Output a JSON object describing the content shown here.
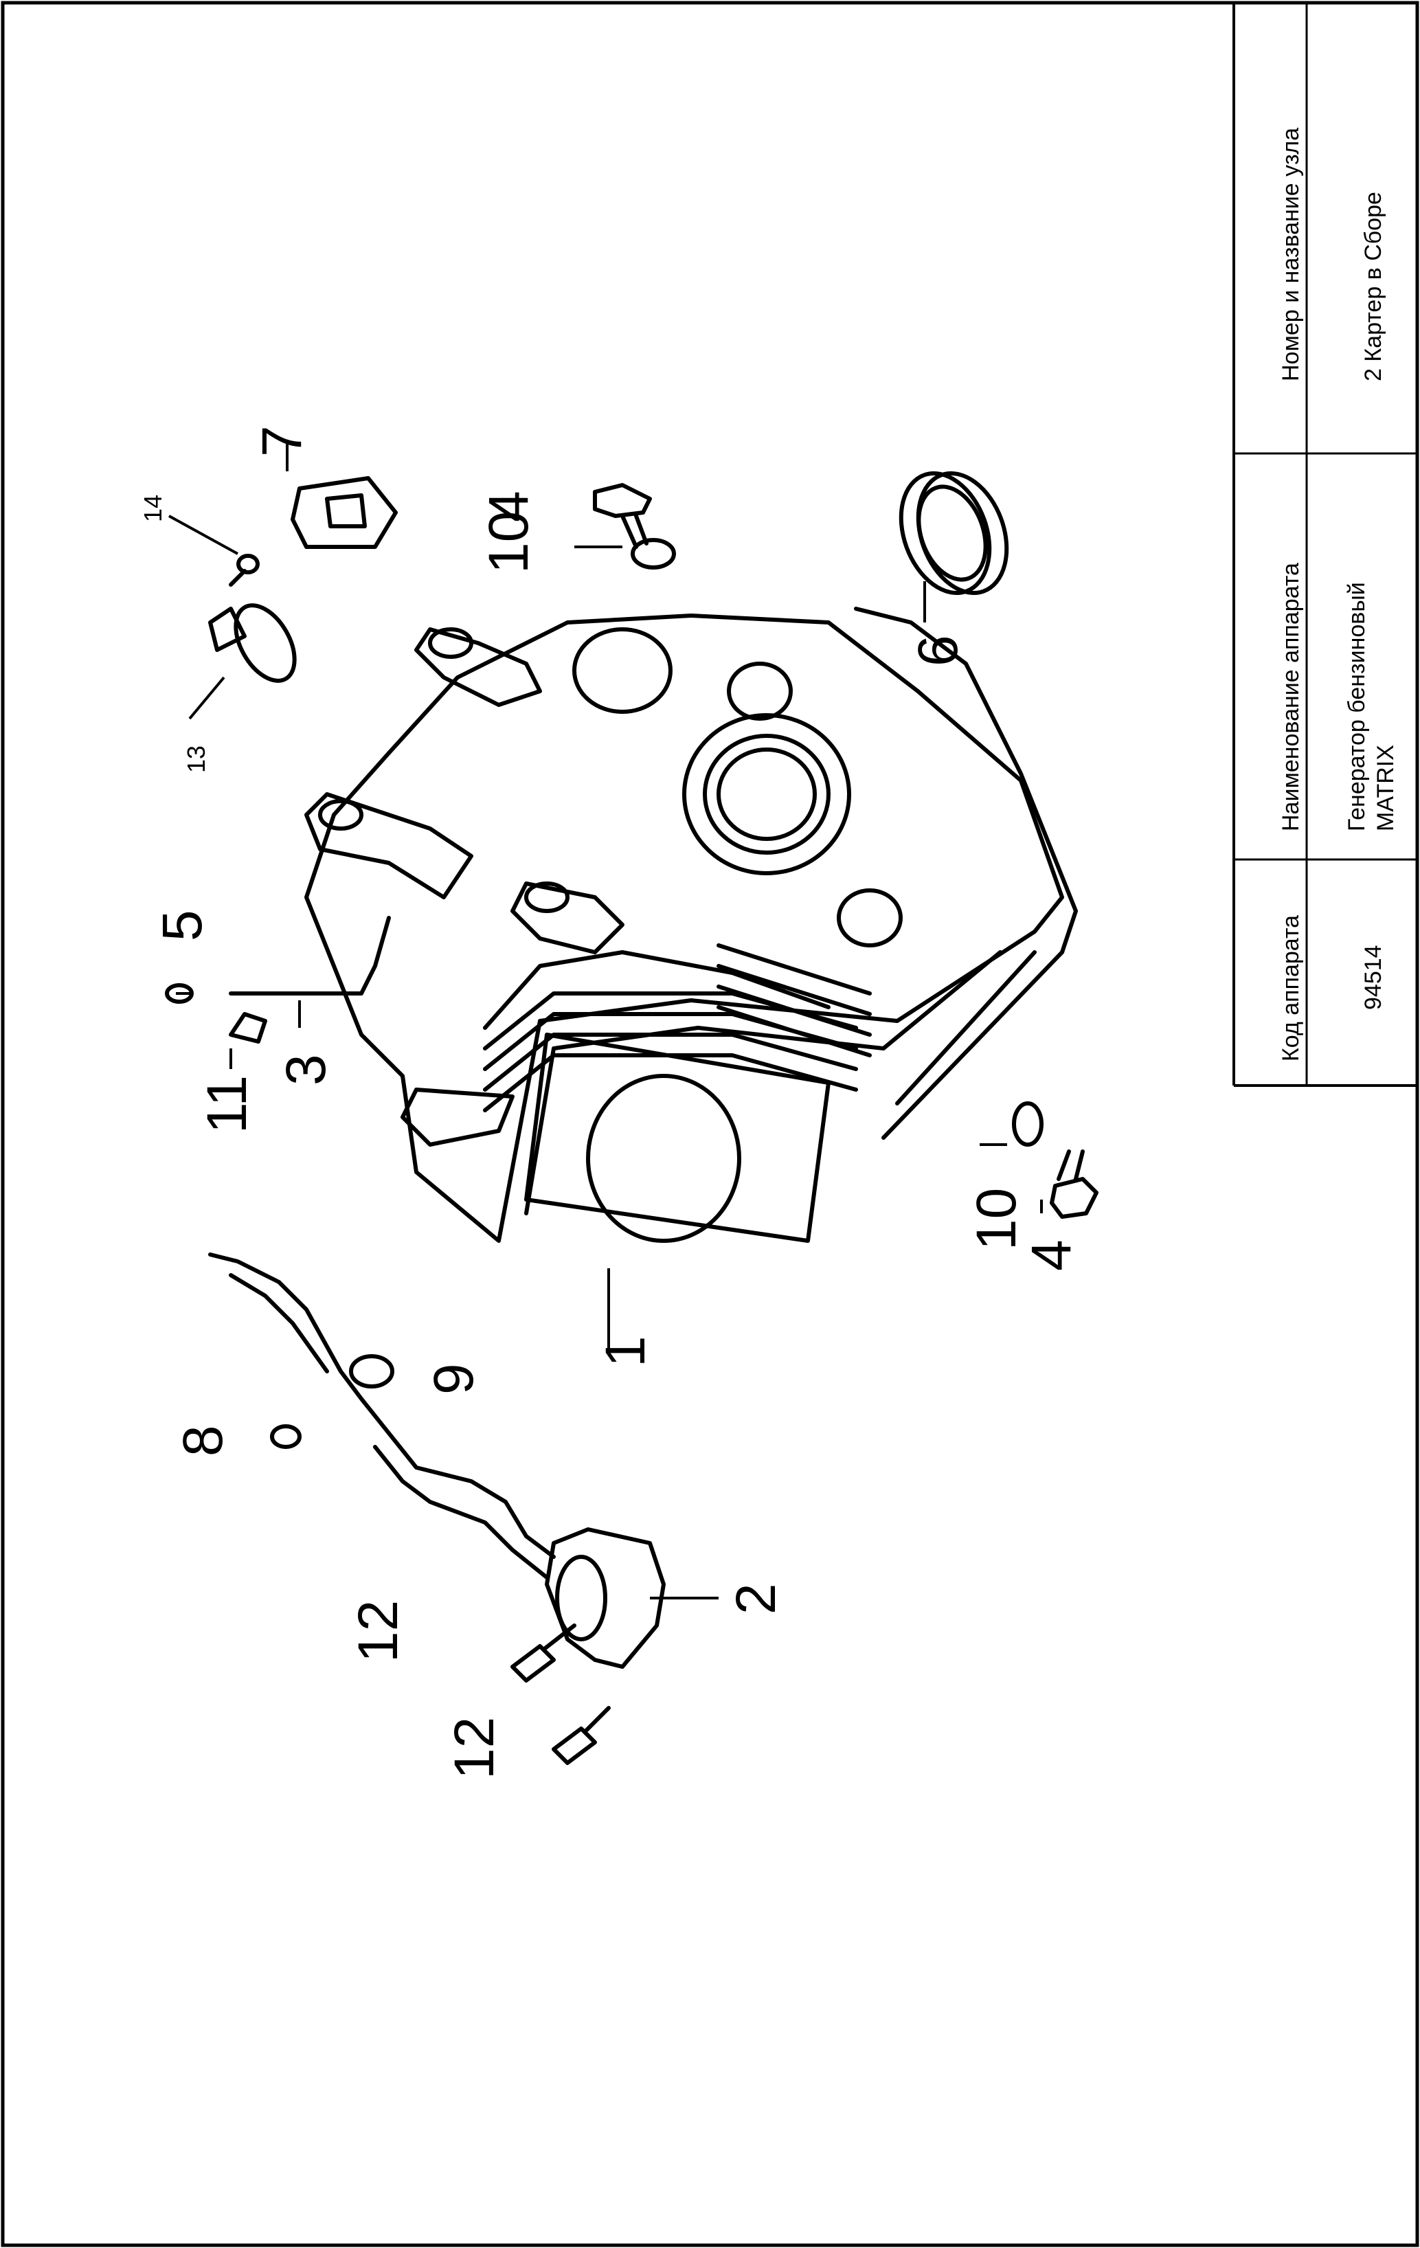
{
  "table": {
    "code_header": "Код аппарата",
    "code_value": "94514",
    "device_header": "Наименование аппарата",
    "device_value_line1": "Генератор бензиновый",
    "device_value_line2": "MATRIX",
    "unit_header": "Номер и название узла",
    "unit_value": "2 Картер в Сборе"
  },
  "callouts": [
    "1",
    "2",
    "3",
    "4",
    "4",
    "5",
    "6",
    "7",
    "8",
    "9",
    "10",
    "10",
    "11",
    "12",
    "12",
    "13",
    "14"
  ]
}
